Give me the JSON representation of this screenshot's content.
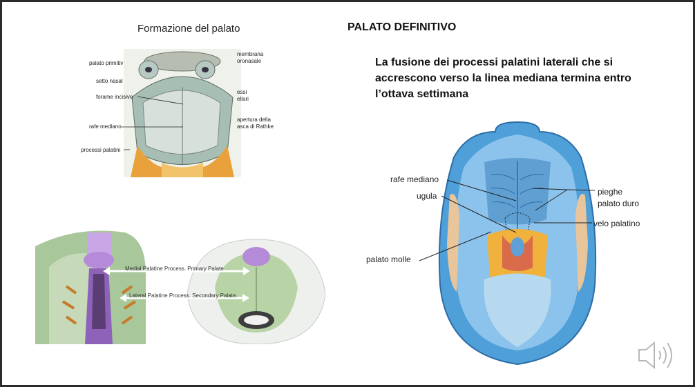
{
  "left": {
    "title": "Formazione del palato",
    "fig1_labels": {
      "palato_primitivo": "palato primitiv",
      "setto_nasale": "setto nasal",
      "forame_incisivo": "forame incisivo",
      "rafe_mediano": "rafe mediano",
      "processi_palatini": "processi palatini",
      "membrana_line1": "membrana",
      "membrana_line2": "oronasale",
      "processi_line1": "essi",
      "processi_line2": "ellari",
      "apertura_line1": "apertura della",
      "apertura_line2": "asca di Rathke"
    },
    "fig2_labels": {
      "medial": "Medial Palatine Process. Primary Palate",
      "lateral": "Lateral Palatine Process. Secondary Palate."
    }
  },
  "right": {
    "title": "PALATO DEFINITIVO",
    "body": "La fusione dei processi palatini laterali che si accrescono verso la linea mediana termina entro l’ottava settimana",
    "fig_labels": {
      "rafe_mediano": "rafe mediano",
      "ugula": "ugula",
      "palato_molle": "palato molle",
      "pieghe_line1": "pieghe",
      "pieghe_line2": "palato duro",
      "velo_palatino": "velo palatino"
    }
  },
  "controls": {
    "audio_icon": "speaker-icon"
  },
  "colors": {
    "frame": "#2b2b2b",
    "slide_bg": "#ffffff",
    "palate_blue": "#4f9fd8",
    "palate_green": "#a9c98a",
    "tongue_orange": "#f0b23c",
    "primary_purple": "#b18ad8"
  }
}
